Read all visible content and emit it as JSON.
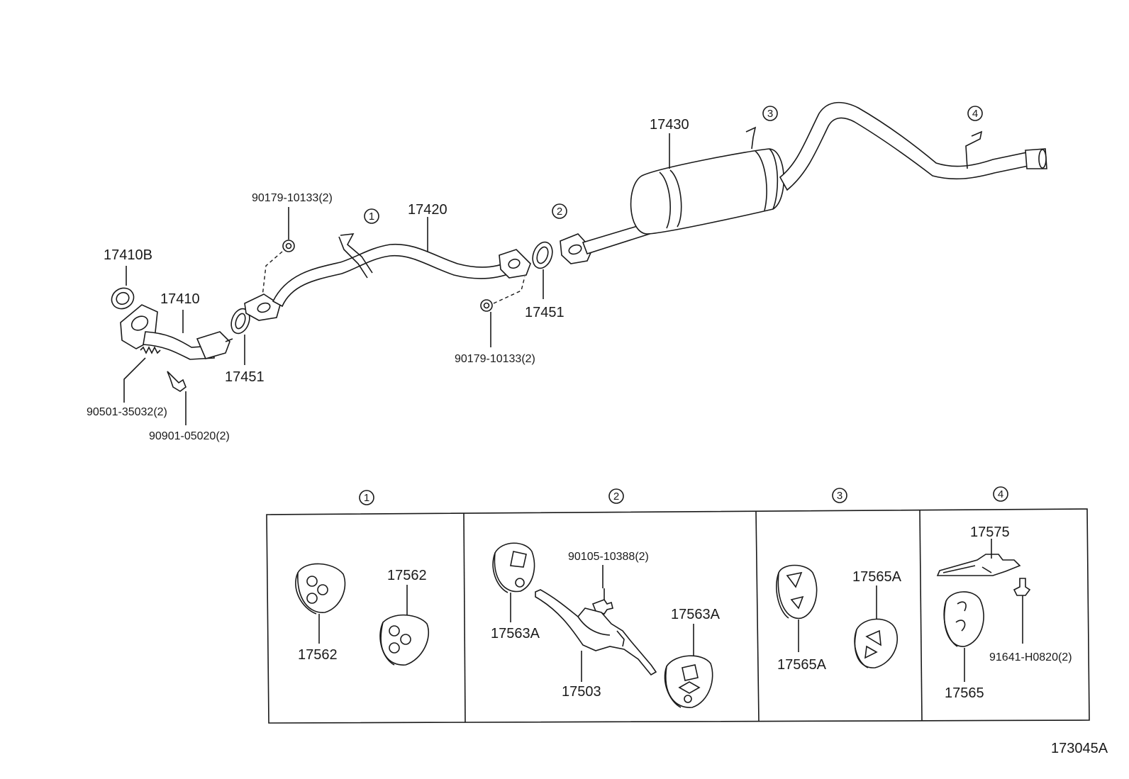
{
  "labels": {
    "p17410B": "17410B",
    "p17410": "17410",
    "p17451_left": "17451",
    "p17451_right": "17451",
    "p17420": "17420",
    "p17430": "17430",
    "p90179_top": "90179-10133(2)",
    "p90179_bottom": "90179-10133(2)",
    "p90501": "90501-35032(2)",
    "p90901": "90901-05020(2)",
    "p17562_a": "17562",
    "p17562_b": "17562",
    "p17563A_a": "17563A",
    "p17563A_b": "17563A",
    "p90105": "90105-10388(2)",
    "p17503": "17503",
    "p17565A_a": "17565A",
    "p17565A_b": "17565A",
    "p17575": "17575",
    "p91641": "91641-H0820(2)",
    "p17565": "17565",
    "figure_code": "173045A"
  },
  "callouts": {
    "c1": "1",
    "c2": "2",
    "c3": "3",
    "c4": "4"
  },
  "detail_panels": [
    "1",
    "2",
    "3",
    "4"
  ]
}
